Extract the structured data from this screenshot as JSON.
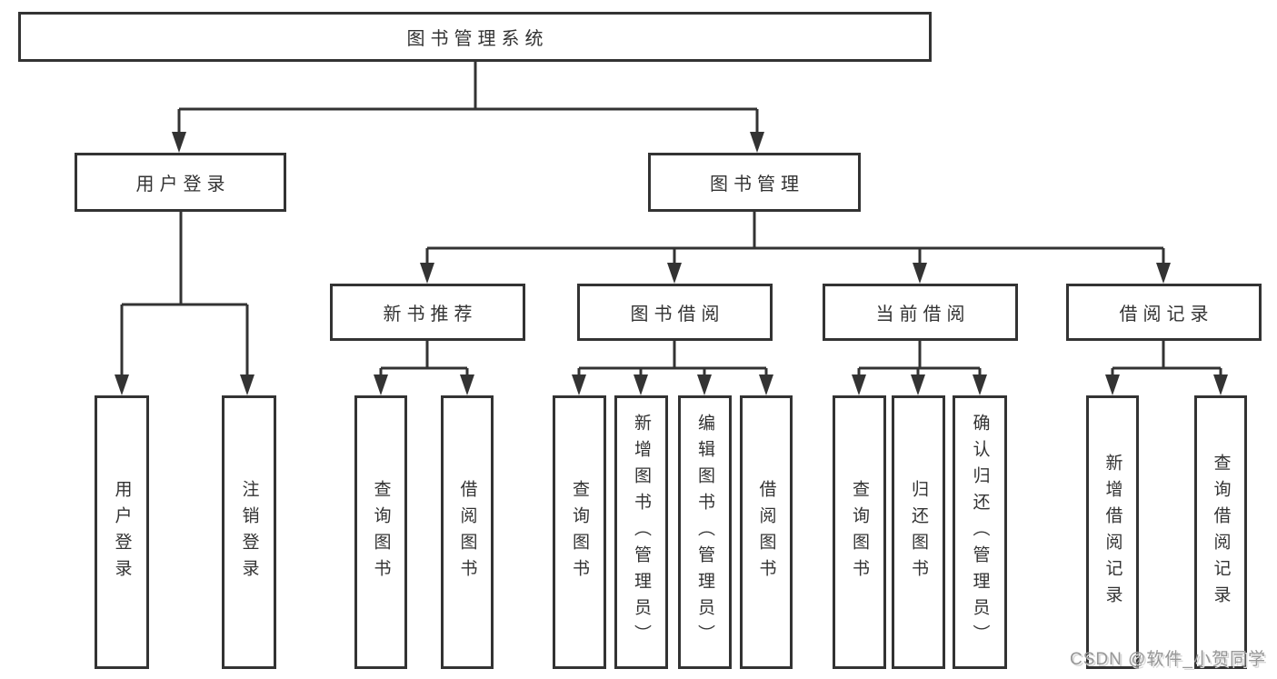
{
  "diagram": {
    "tree": {
      "label": "图书管理系统",
      "children": [
        {
          "label": "用户登录",
          "children": [
            {
              "label": "用户登录"
            },
            {
              "label": "注销登录"
            }
          ]
        },
        {
          "label": "图书管理",
          "children": [
            {
              "label": "新书推荐",
              "children": [
                {
                  "label": "查询图书"
                },
                {
                  "label": "借阅图书"
                }
              ]
            },
            {
              "label": "图书借阅",
              "children": [
                {
                  "label": "查询图书"
                },
                {
                  "label": "新增图书（管理员）"
                },
                {
                  "label": "编辑图书（管理员）"
                },
                {
                  "label": "借阅图书"
                }
              ]
            },
            {
              "label": "当前借阅",
              "children": [
                {
                  "label": "查询图书"
                },
                {
                  "label": "归还图书"
                },
                {
                  "label": "确认归还（管理员）"
                }
              ]
            },
            {
              "label": "借阅记录",
              "children": [
                {
                  "label": "新增借阅记录"
                },
                {
                  "label": "查询借阅记录"
                }
              ]
            }
          ]
        }
      ]
    },
    "colors": {
      "line": "#333333",
      "box_border": "#333333",
      "box_background": "#ffffff",
      "text": "#333333",
      "watermark": "#979797"
    }
  },
  "watermark": {
    "text": "CSDN @软件_小贺同学"
  }
}
